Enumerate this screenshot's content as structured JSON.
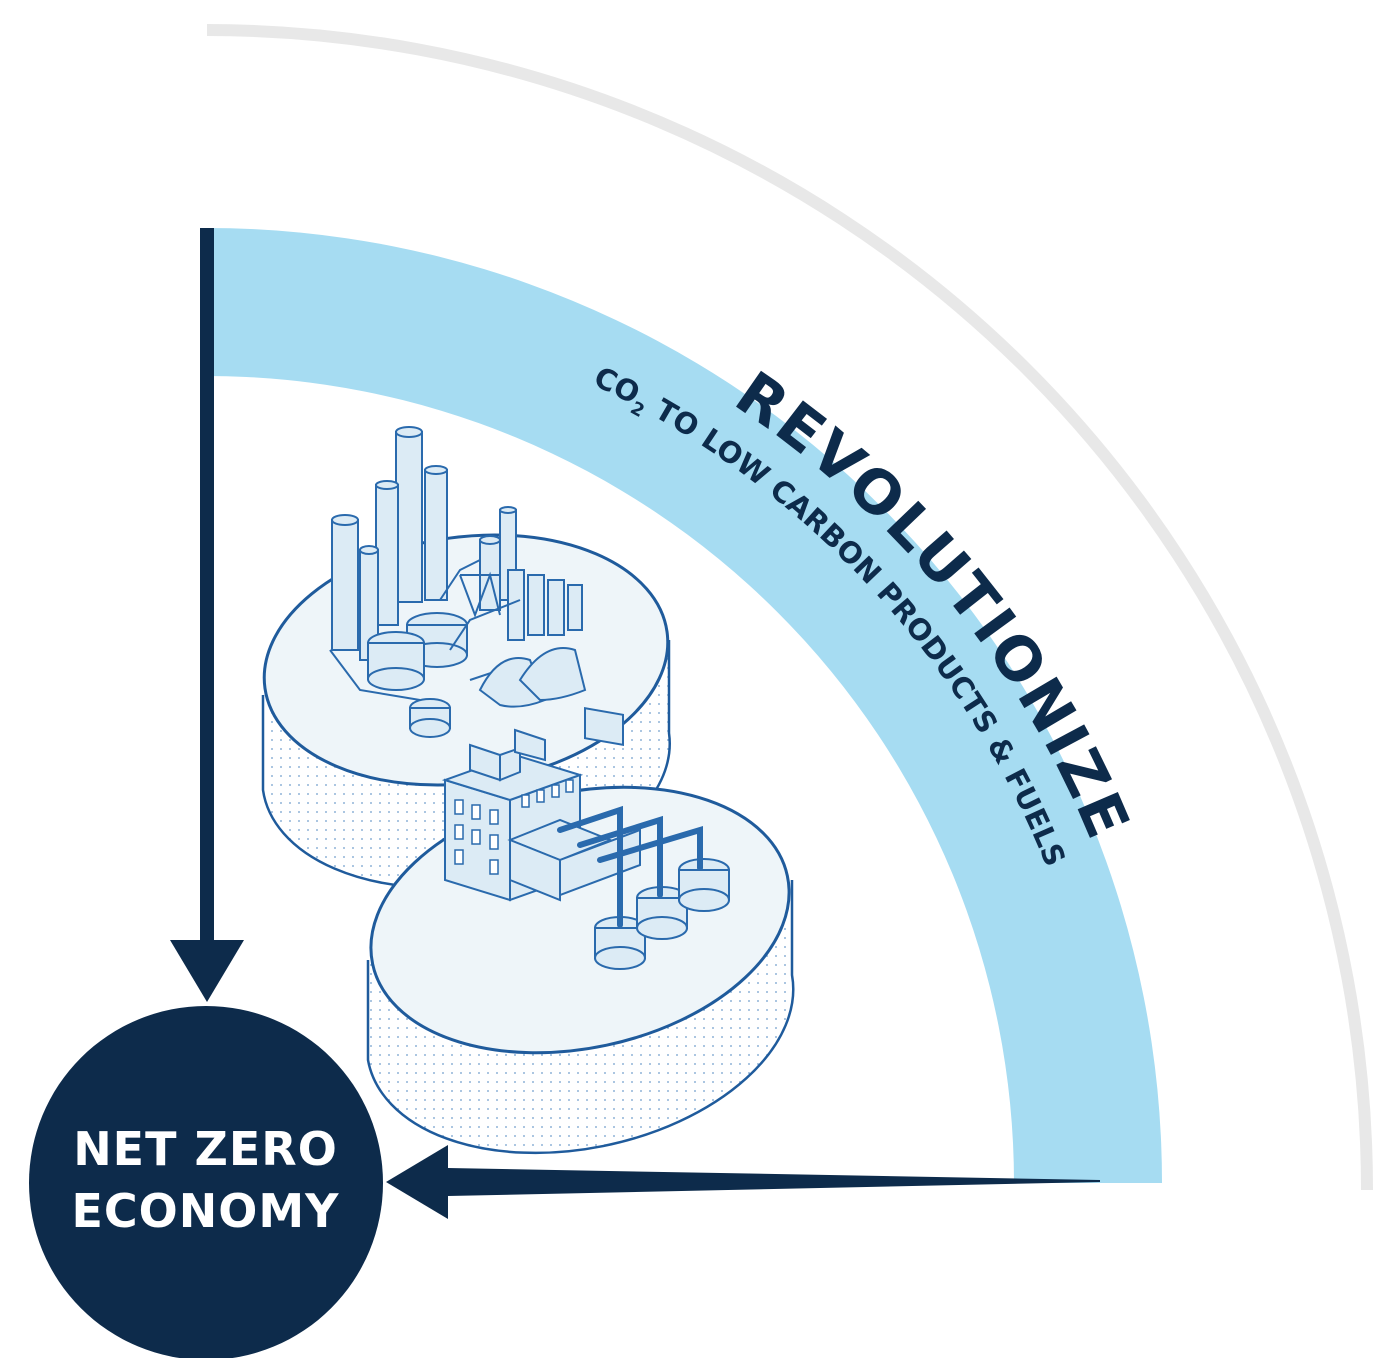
{
  "title": "REVOLUTIONIZE",
  "band_label": {
    "prefix": "CO",
    "subscript": "2",
    "suffix": " TO LOW CARBON PRODUCTS & FUELS"
  },
  "center": {
    "line1": "NET ZERO",
    "line2": "ECONOMY"
  },
  "colors": {
    "navy": "#0d2b4b",
    "band": "#a6dcf2",
    "platform_fill": "#eef5f9",
    "platform_stroke": "#1f5b9c",
    "outer_arc": "#e6e6e6"
  },
  "icons": [
    "refinery-icon",
    "factory-icon"
  ]
}
